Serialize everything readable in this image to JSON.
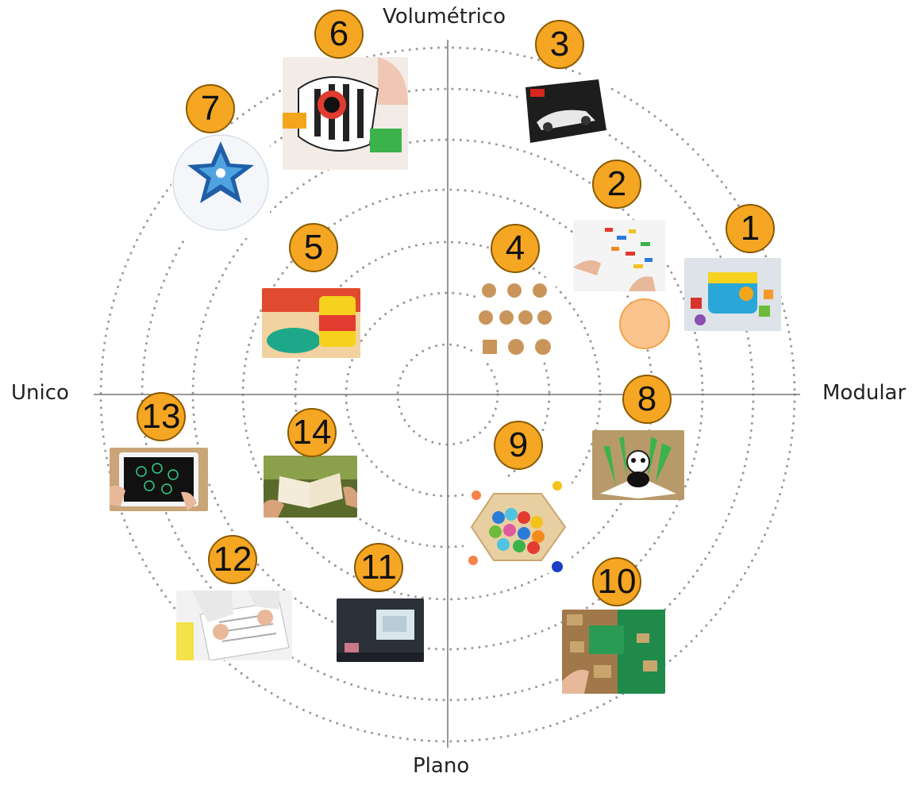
{
  "axes": {
    "top": "Volumétrico",
    "bottom": "Plano",
    "left": "Unico",
    "right": "Modular"
  },
  "items": [
    {
      "number": "1",
      "icon": "shape-sorter-toy-image"
    },
    {
      "number": "2",
      "icon": "lego-bricks-play-image"
    },
    {
      "number": "3",
      "icon": "lego-technic-box-image"
    },
    {
      "number": "4",
      "icon": "wooden-puzzles-image"
    },
    {
      "number": "5",
      "icon": "play-doh-image"
    },
    {
      "number": "6",
      "icon": "baby-rattle-socks-image"
    },
    {
      "number": "7",
      "icon": "soccer-ball-image"
    },
    {
      "number": "8",
      "icon": "panda-popup-card-image"
    },
    {
      "number": "9",
      "icon": "hexagon-puzzle-image"
    },
    {
      "number": "10",
      "icon": "jigsaw-puzzle-image"
    },
    {
      "number": "11",
      "icon": "projector-screen-image"
    },
    {
      "number": "12",
      "icon": "paper-documents-image"
    },
    {
      "number": "13",
      "icon": "drawing-tablet-image"
    },
    {
      "number": "14",
      "icon": "reading-book-image"
    }
  ],
  "colors": {
    "badge": "#f5a623",
    "badge_border": "#8a5a00",
    "empty_marker": "#fbc48f",
    "ring_dots": "#9a9a9a",
    "axis": "#777777"
  }
}
